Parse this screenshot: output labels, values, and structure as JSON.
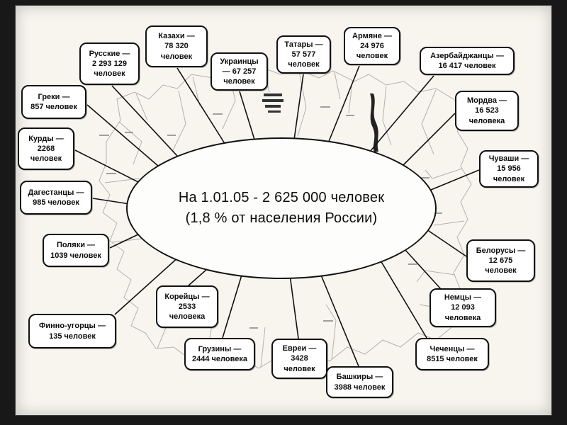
{
  "center": {
    "line1": "На 1.01.05 - 2 625 000 человек",
    "line2": "(1,8 % от населения России)"
  },
  "callouts": [
    {
      "group": "Казахи",
      "text": "Казахи —\n78 320\nчеловек"
    },
    {
      "group": "Русские",
      "text": "Русские —\n2 293 129\nчеловек"
    },
    {
      "group": "Украинцы",
      "text": "Украинцы\n— 67 257\nчеловек"
    },
    {
      "group": "Татары",
      "text": "Татары —\n57 577\nчеловек"
    },
    {
      "group": "Армяне",
      "text": "Армяне —\n24 976\nчеловек"
    },
    {
      "group": "Азербайджанцы",
      "text": "Азербайджанцы —\n16 417 человек"
    },
    {
      "group": "Мордва",
      "text": "Мордва —\n16 523\nчеловека"
    },
    {
      "group": "Греки",
      "text": "Греки —\n857 человек"
    },
    {
      "group": "Курды",
      "text": "Курды —\n2268\nчеловек"
    },
    {
      "group": "Чуваши",
      "text": "Чуваши —\n15 956\nчеловек"
    },
    {
      "group": "Дагестанцы",
      "text": "Дагестанцы —\n985 человек"
    },
    {
      "group": "Белорусы",
      "text": "Белорусы —\n12 675\nчеловек"
    },
    {
      "group": "Поляки",
      "text": "Поляки —\n1039 человек"
    },
    {
      "group": "Немцы",
      "text": "Немцы —\n12 093\nчеловека"
    },
    {
      "group": "Финно-угорцы",
      "text": "Финно-угорцы —\n135 человек"
    },
    {
      "group": "Корейцы",
      "text": "Корейцы —\n2533\nчеловека"
    },
    {
      "group": "Грузины",
      "text": "Грузины —\n2444 человека"
    },
    {
      "group": "Евреи",
      "text": "Евреи —\n3428\nчеловек"
    },
    {
      "group": "Башкиры",
      "text": "Башкиры —\n3988 человек"
    },
    {
      "group": "Чеченцы",
      "text": "Чеченцы —\n8515 человек"
    }
  ]
}
